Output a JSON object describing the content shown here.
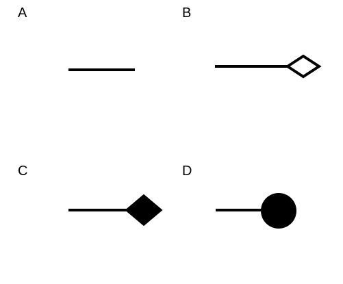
{
  "diagram": {
    "panels": [
      {
        "label": "A",
        "symbol": "plain-line",
        "stroke_color": "#000000"
      },
      {
        "label": "B",
        "symbol": "line-with-hollow-diamond",
        "stroke_color": "#000000",
        "fill_color": "#ffffff"
      },
      {
        "label": "C",
        "symbol": "line-with-filled-diamond",
        "stroke_color": "#000000",
        "fill_color": "#000000"
      },
      {
        "label": "D",
        "symbol": "line-with-filled-circle",
        "stroke_color": "#000000",
        "fill_color": "#000000"
      }
    ]
  }
}
